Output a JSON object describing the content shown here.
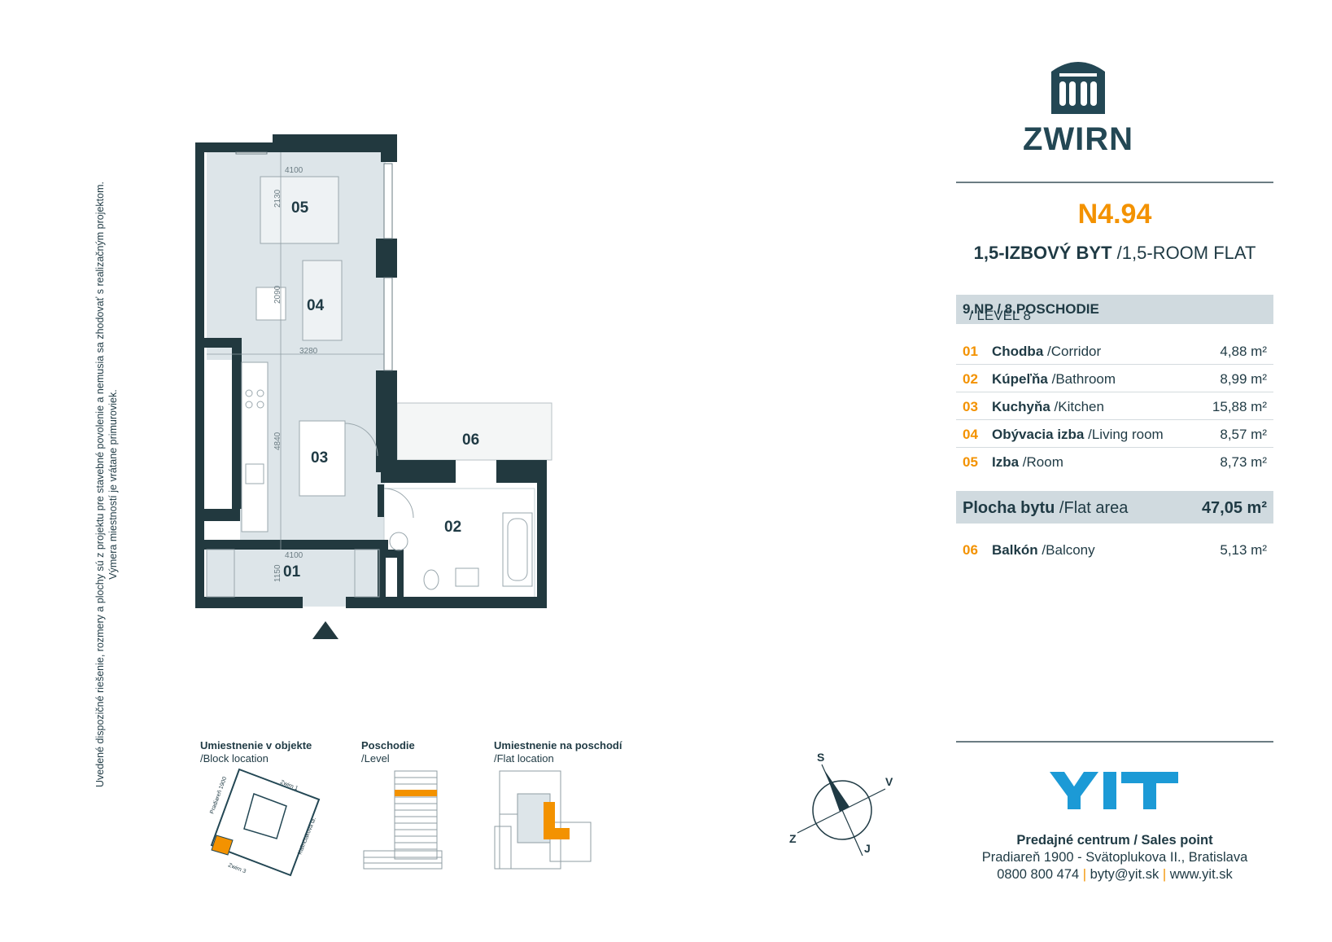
{
  "disclaimer": {
    "line1": "Uvedené dispozičné riešenie, rozmery a plochy sú z projektu pre stavebné povolenie a nemusia sa zhodovať s realizačným projektom.",
    "line2": "Výmera miestností je vrátane primuroviek."
  },
  "floor_plan": {
    "rooms": [
      "05",
      "04",
      "03",
      "06",
      "02",
      "01"
    ],
    "dimensions": [
      "4100",
      "2130",
      "2090",
      "3280",
      "4840",
      "4100",
      "1150"
    ]
  },
  "brand": {
    "name": "ZWIRN",
    "icon": "building-arches-icon"
  },
  "unit": {
    "code": "N4.94",
    "type_sk": "1,5-IZBOVÝ BYT",
    "type_en": "/1,5-ROOM FLAT",
    "level_sk": "9.NP / 8.POSCHODIE",
    "level_en": "/ LEVEL 8"
  },
  "rooms": [
    {
      "num": "01",
      "name_sk": "Chodba",
      "name_en": "/Corridor",
      "area": "4,88 m²"
    },
    {
      "num": "02",
      "name_sk": "Kúpeľňa",
      "name_en": "/Bathroom",
      "area": "8,99 m²"
    },
    {
      "num": "03",
      "name_sk": "Kuchyňa",
      "name_en": "/Kitchen",
      "area": "15,88 m²"
    },
    {
      "num": "04",
      "name_sk": "Obývacia izba",
      "name_en": "/Living room",
      "area": "8,57 m²"
    },
    {
      "num": "05",
      "name_sk": "Izba",
      "name_en": "/Room",
      "area": "8,73 m²"
    }
  ],
  "flat_area": {
    "label_sk": "Plocha bytu",
    "label_en": "/Flat area",
    "value": "47,05 m²"
  },
  "balcony": {
    "num": "06",
    "name_sk": "Balkón",
    "name_en": "/Balcony",
    "area": "5,13 m²"
  },
  "locators": {
    "block": {
      "title": "Umiestnenie v objekte",
      "subtitle": "/Block location",
      "streets": [
        "Zwirn 1",
        "Pradiareň 1900",
        "Kalinčiakova ul.",
        "Zwirn 3"
      ]
    },
    "level": {
      "title": "Poschodie",
      "subtitle": "/Level"
    },
    "flat": {
      "title": "Umiestnenie na poschodí",
      "subtitle": "/Flat location"
    }
  },
  "compass": {
    "s": "S",
    "v": "V",
    "j": "J",
    "z": "Z"
  },
  "yit": {
    "logo": "YIT"
  },
  "sales": {
    "head": "Predajné centrum / Sales point",
    "address": "Pradiareň 1900 - Svätoplukova II., Bratislava",
    "phone": "0800 800 474",
    "sep": "|",
    "email": "byty@yit.sk",
    "web": "www.yit.sk"
  },
  "colors": {
    "accent": "#f39200",
    "dark": "#234754",
    "wall": "#22393f",
    "panel": "#d0dadf"
  }
}
